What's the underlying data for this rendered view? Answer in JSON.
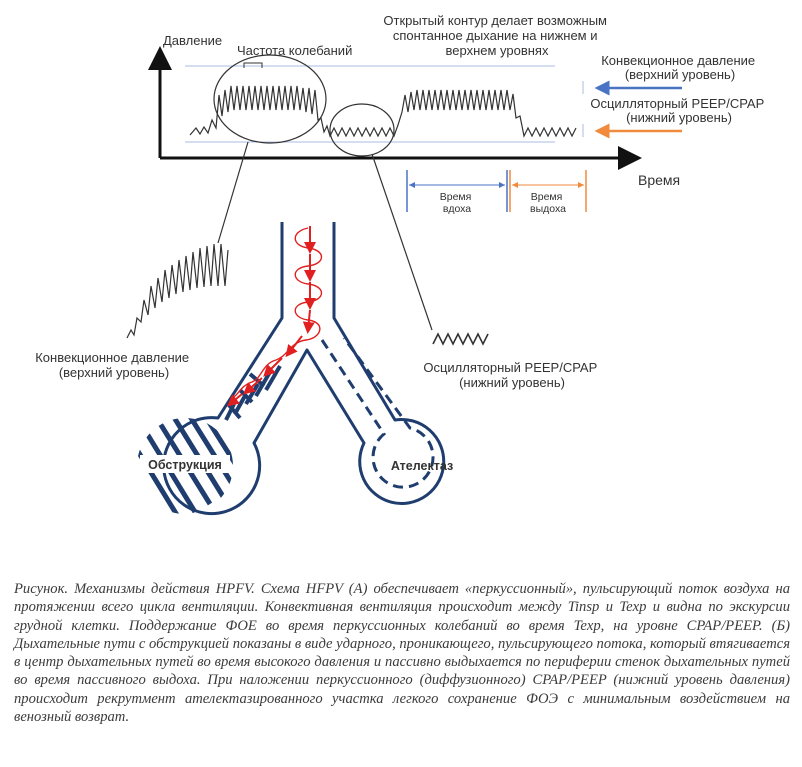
{
  "graph": {
    "y_axis_label": "Давление",
    "x_axis_label": "Время",
    "freq_label": "Частота колебаний",
    "open_circuit_lines": [
      "Открытый контур делает возможным",
      "спонтанное дыхание на нижнем и",
      "верхнем уровнях"
    ],
    "conv_label_lines": [
      "Конвекционное давление",
      "(верхний уровень)"
    ],
    "osc_label_lines": [
      "Осцилляторный PEEP/CPAP",
      "(нижний уровень)"
    ],
    "inhale_lines": [
      "Время",
      "вдоха"
    ],
    "exhale_lines": [
      "Время",
      "выдоха"
    ]
  },
  "zoom": {
    "conv_lines": [
      "Конвекционное давление",
      "(верхний уровень)"
    ],
    "osc_lines": [
      "Осцилляторный PEEP/CPAP",
      "(нижний уровень)"
    ]
  },
  "airway": {
    "obstruction_label": "Обструкция",
    "atelectasis_label": "Ателектаз"
  },
  "colors": {
    "blue_arrow": "#4a73c4",
    "orange_arrow": "#f08a3c",
    "dark_blue": "#1f3d6e",
    "red_flow": "#e02020",
    "guide_line": "#a9bde0"
  },
  "caption": "Рисунок. Механизмы действия HPFV. Схема HFPV (А) обеспечивает «перкуссионный», пульсирующий поток воздуха на протяжении всего цикла вентиляции. Конвективная вентиляция происходит между Tinsp и Texp и видна по экскурсии грудной клетки. Поддержание ФОЕ во время перкуссионных колебаний во время Texp, на уровне CPAP/PEEP. (Б) Дыхательные пути с обструкцией показаны в виде ударного, проникающего, пульсирующего потока, который втягивается в центр дыхательных путей во время высокого давления и пассивно выдыхается по периферии стенок дыхательных путей во время пассивного выдоха. При наложении перкуссионного (диффузионного) CPAP/PEEP (нижний уровень давления) происходит рекрутмент ателектазированного участка легкого сохранение ФОЭ с минимальным воздействием на венозный возврат."
}
